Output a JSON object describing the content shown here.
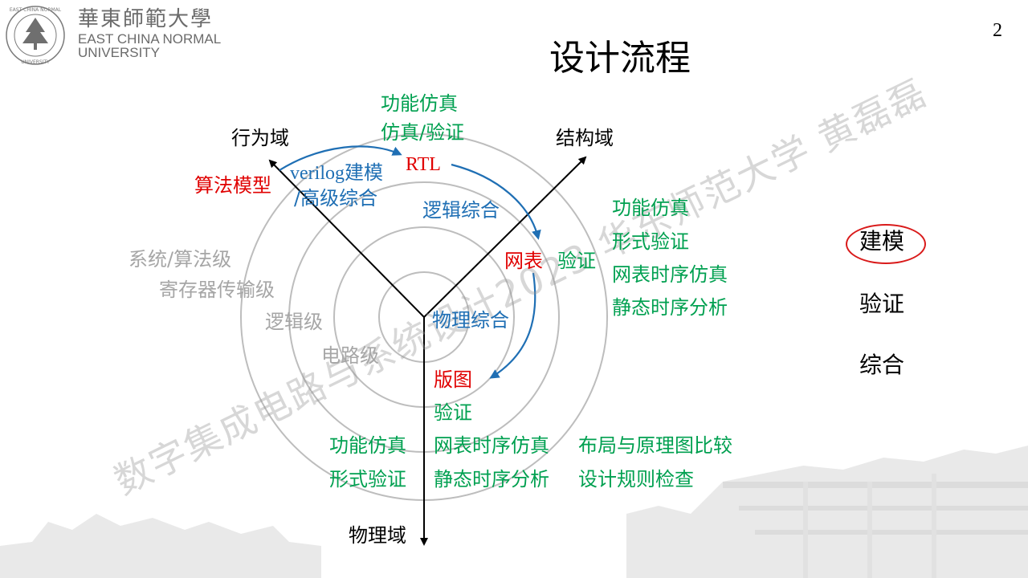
{
  "header": {
    "logo_cn": "華東師範大學",
    "logo_en_line1": "EAST CHINA NORMAL",
    "logo_en_line2": "UNIVERSITY",
    "seal_text": "EAST CHINA NORMAL UNIVERSITY 華東師範大學",
    "page_number": "2",
    "title": "设计流程"
  },
  "domains": {
    "behavior": "行为域",
    "structure": "结构域",
    "physical": "物理域"
  },
  "levels": {
    "system": "系统/算法级",
    "rtl": "寄存器传输级",
    "logic": "逻辑级",
    "circuit": "电路级"
  },
  "flow": {
    "algorithm_model": "算法模型",
    "rtl": "RTL",
    "verilog_line1": "verilog建模",
    "verilog_line2": "/高级综合",
    "logic_synthesis": "逻辑综合",
    "netlist": "网表",
    "physical_synthesis": "物理综合",
    "layout": "版图"
  },
  "verification": {
    "top_line1": "功能仿真",
    "top_line2": "仿真/验证",
    "netlist_verify": "验证",
    "right": [
      "功能仿真",
      "形式验证",
      "网表时序仿真",
      "静态时序分析"
    ],
    "layout_verify": "验证",
    "bottom_col1": [
      "功能仿真",
      "形式验证"
    ],
    "bottom_col2": [
      "网表时序仿真",
      "静态时序分析"
    ],
    "bottom_col3": [
      "布局与原理图比较",
      "设计规则检查"
    ]
  },
  "legend": {
    "modeling": "建模",
    "verify": "验证",
    "synthesis": "综合"
  },
  "watermark": "数字集成电路与系统设计2023 华东师范大学 黄磊磊",
  "colors": {
    "verify_green": "#00a050",
    "synthesis_red": "#e00000",
    "arrow_blue": "#1f6fb4",
    "level_gray": "#a6a6a6"
  }
}
